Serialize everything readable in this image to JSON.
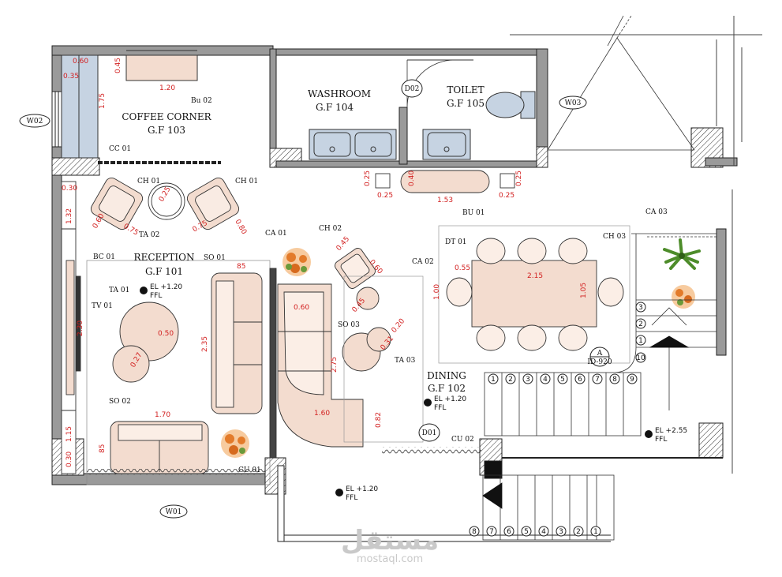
{
  "rooms": {
    "coffee": {
      "name": "COFFEE CORNER",
      "code": "G.F 103"
    },
    "washroom": {
      "name": "WASHROOM",
      "code": "G.F 104"
    },
    "toilet": {
      "name": "TOILET",
      "code": "G.F 105"
    },
    "reception": {
      "name": "RECEPTION",
      "code": "G.F 101"
    },
    "dining": {
      "name": "DINING",
      "code": "G.F 102"
    }
  },
  "levels": {
    "reception": "EL +1.20",
    "dining": "EL +1.20",
    "stair": "EL +2.55",
    "lower": "EL +1.20",
    "ffl": "FFL"
  },
  "tags": {
    "w02": "W02",
    "w03": "W03",
    "w01": "W01",
    "d02": "D02",
    "d01": "D01",
    "bu02": "Bu 02",
    "bu01": "BU 01",
    "cc01": "CC 01",
    "ch01a": "CH 01",
    "ch01b": "CH 01",
    "ch02": "CH 02",
    "ch03": "CH 03",
    "ta01": "TA 01",
    "ta02": "TA 02",
    "ta03": "TA 03",
    "ca01": "CA 01",
    "ca02": "CA 02",
    "ca03": "CA 03",
    "bc01": "BC 01",
    "tv01": "TV 01",
    "so01": "SO 01",
    "so02": "SO 02",
    "so03": "SO 03",
    "dt01": "DT 01",
    "cu01": "CU 01",
    "cu02": "CU 02",
    "sectionA": "A",
    "sectionRef": "ID-920"
  },
  "dims": {
    "d060": "0.60",
    "d035": "0.35",
    "d045": "0.45",
    "d120": "1.20",
    "d175": "1.75",
    "d030a": "0.30",
    "d132": "1.32",
    "d060b": "0.60",
    "d075a": "0.75",
    "d075b": "0.75",
    "d080": "0.80",
    "d025": "0.25",
    "d230": "2.30",
    "d050": "0.50",
    "d027": "0.27",
    "d115": "1.15",
    "d030b": "0.30",
    "d170": "1.70",
    "d085a": "85",
    "d235": "2.35",
    "d085b": "85",
    "d060c": "0.60",
    "d275": "2.75",
    "d160": "1.60",
    "d082": "0.82",
    "d045b": "0.45",
    "d060d": "0.60",
    "d045c": "0.45",
    "d031": "0.31",
    "d020": "0.20",
    "d040": "0.40",
    "d153": "1.53",
    "d025b": "0.25",
    "d025c": "0.25",
    "d025d": "0.25",
    "d055": "0.55",
    "d215": "2.15",
    "d105": "1.05",
    "d100": "1.00",
    "d025e": "0.25"
  },
  "stairs": {
    "upper": [
      "1",
      "2",
      "3",
      "4",
      "5",
      "6",
      "7",
      "8",
      "9"
    ],
    "landing": [
      "10",
      "1",
      "2",
      "3"
    ],
    "lower": [
      "8",
      "7",
      "6",
      "5",
      "4",
      "3",
      "2",
      "1"
    ]
  },
  "watermark": {
    "arabic": "مستقل",
    "latin": "mostaql.com"
  }
}
